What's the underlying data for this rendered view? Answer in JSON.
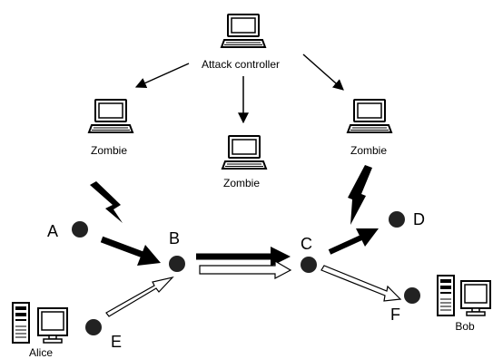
{
  "labels": {
    "attack_controller": "Attack controller",
    "zombie": "Zombie",
    "alice": "Alice",
    "bob": "Bob"
  },
  "nodes": {
    "a": "A",
    "b": "B",
    "c": "C",
    "d": "D",
    "e": "E",
    "f": "F"
  },
  "colors": {
    "ink": "#000000",
    "node": "#222222",
    "background": "#ffffff"
  },
  "icons": [
    "laptop-icon",
    "tower-pc-icon",
    "monitor-icon",
    "lightning-icon",
    "node-circle"
  ]
}
